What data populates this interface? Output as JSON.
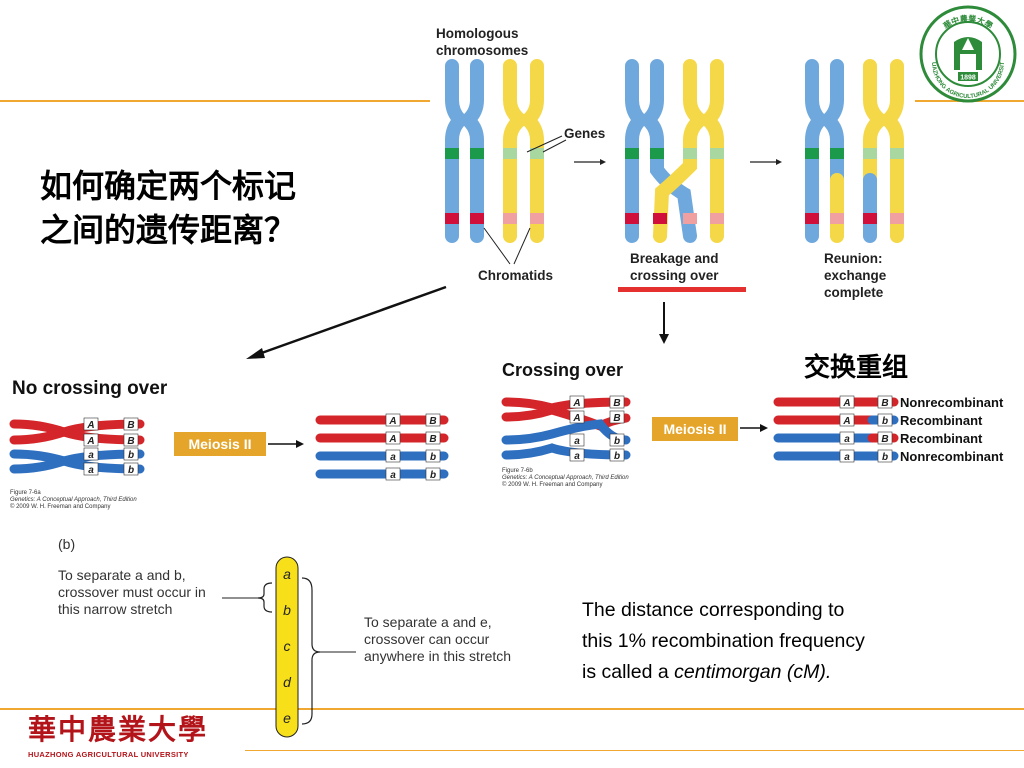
{
  "question": {
    "line1": "如何确定两个标记",
    "line2": "之间的遗传距离？"
  },
  "logo": {
    "year": "1898",
    "banner_text": "HUAZHONG AGRICULTURAL UNIVERSITY",
    "calligraphy": "華中農業大學"
  },
  "top_diagram": {
    "homologous_label": "Homologous chromosomes",
    "genes_label": "Genes",
    "chromatids_label": "Chromatids",
    "breakage_label": "Breakage and crossing over",
    "reunion_label": "Reunion: exchange complete"
  },
  "exchange_label": "交换重组",
  "no_crossing": {
    "title": "No crossing over",
    "meiosis_label": "Meiosis II",
    "figure_no": "Figure 7-6a",
    "book": "Genetics: A Conceptual Approach, Third Edition",
    "copyright": "© 2009 W. H. Freeman and Company",
    "gene_upper": "A",
    "gene_upper2": "B",
    "gene_lower": "a",
    "gene_lower2": "b"
  },
  "crossing": {
    "title": "Crossing over",
    "meiosis_label": "Meiosis II",
    "figure_no": "Figure 7-6b",
    "book": "Genetics: A Conceptual Approach, Third Edition",
    "copyright": "© 2009 W. H. Freeman and Company",
    "results": [
      "Nonrecombinant",
      "Recombinant",
      "Recombinant",
      "Nonrecombinant"
    ]
  },
  "panel_b": {
    "tag": "(b)",
    "text_left": "To separate a and b, crossover must occur in this narrow stretch",
    "text_right": "To separate a and e, crossover can occur anywhere in this stretch",
    "genes": [
      "a",
      "b",
      "c",
      "d",
      "e"
    ]
  },
  "definition": {
    "line1": "The distance corresponding to",
    "line2": "this 1% recombination frequency",
    "line3_prefix": "is called a ",
    "line3_term": "centimorgan (cM)."
  },
  "colors": {
    "accent": "#f0a830",
    "chrom_blue": "#6fa8dc",
    "chrom_yellow": "#f5d848",
    "gene_green": "#1a9a4a",
    "gene_red": "#d0103a",
    "bar_red": "#e53030",
    "logo_green": "#2e8b3a"
  }
}
